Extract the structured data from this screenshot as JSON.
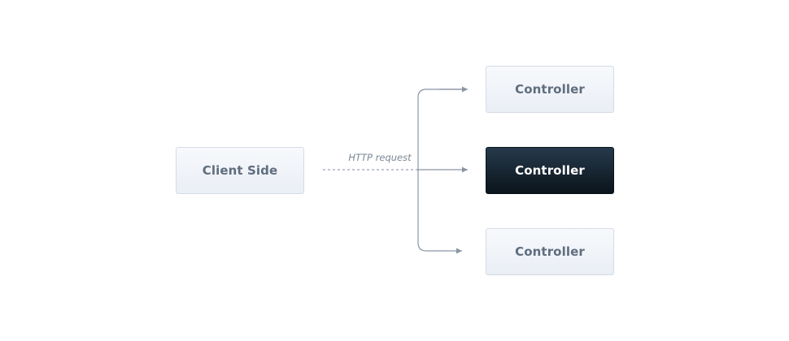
{
  "nodes": {
    "client": {
      "label": "Client Side"
    },
    "controllers": [
      {
        "label": "Controller"
      },
      {
        "label": "Controller"
      },
      {
        "label": "Controller"
      }
    ]
  },
  "edges": {
    "request_label": "HTTP request"
  },
  "colors": {
    "light_fill": "#eef1f6",
    "light_border": "#d5dbe5",
    "light_text": "#5f6d7e",
    "dark_fill": "#1a2935",
    "dark_text": "#ffffff",
    "connector": "#8a95a3"
  }
}
